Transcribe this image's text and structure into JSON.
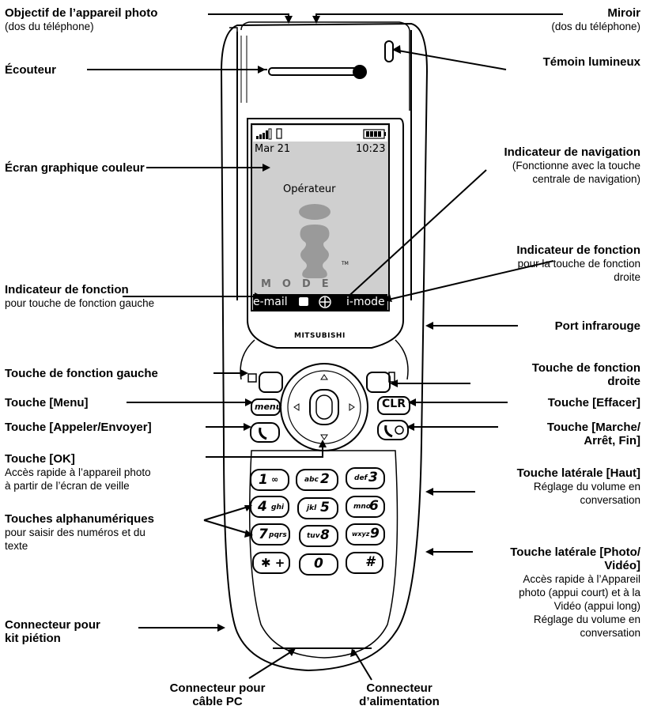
{
  "labels": {
    "camera_lens": {
      "title": "Objectif de l’appareil photo",
      "desc": "(dos du téléphone)"
    },
    "mirror": {
      "title": "Miroir",
      "desc": "(dos du téléphone)"
    },
    "earpiece": {
      "title": "Écouteur"
    },
    "indicator_light": {
      "title": "Témoin lumineux"
    },
    "color_screen": {
      "title": "Écran graphique couleur"
    },
    "nav_indicator": {
      "title": "Indicateur de navigation",
      "desc1": "(Fonctionne avec la touche",
      "desc2": "centrale de navigation)"
    },
    "function_indicator_right": {
      "title": "Indicateur de fonction",
      "desc1": "pour la touche de fonction",
      "desc2": "droite"
    },
    "function_indicator_left": {
      "title": "Indicateur de fonction",
      "desc": "pour touche de fonction gauche"
    },
    "infrared_port": {
      "title": "Port infrarouge"
    },
    "left_soft_key": {
      "title": "Touche de fonction gauche"
    },
    "right_soft_key": {
      "title1": "Touche de fonction",
      "title2": "droite"
    },
    "menu_key": {
      "title": "Touche [Menu]"
    },
    "clear_key": {
      "title": "Touche [Effacer]"
    },
    "call_key": {
      "title": "Touche [Appeler/Envoyer]"
    },
    "power_key": {
      "title1": "Touche [Marche/",
      "title2": "Arrêt, Fin]"
    },
    "ok_key": {
      "title": "Touche [OK]",
      "desc1": "Accès rapide à l’appareil photo",
      "desc2": "à partir de l’écran de veille"
    },
    "side_up_key": {
      "title": "Touche latérale [Haut]",
      "desc1": "Réglage du volume en",
      "desc2": "conversation"
    },
    "alpha_keys": {
      "title": "Touches alphanumériques",
      "desc1": "pour saisir des numéros et du",
      "desc2": "texte"
    },
    "side_photo_key": {
      "title1": "Touche latérale [Photo/",
      "title2": "Vidéo]",
      "desc1": "Accès rapide à l’Appareil",
      "desc2": "photo (appui court) et à la",
      "desc3": "Vidéo (appui long)",
      "desc4": "Réglage du volume en",
      "desc5": "conversation"
    },
    "headset_connector": {
      "title1": "Connecteur pour",
      "title2": "kit piétion"
    },
    "pc_connector": {
      "title1": "Connecteur pour",
      "title2": "câble PC"
    },
    "power_connector": {
      "title1": "Connecteur",
      "title2": "d’alimentation"
    }
  },
  "screen": {
    "date": "Mar 21",
    "time": "10:23",
    "operator": "Opérateur",
    "soft_left": "e-mail",
    "soft_right": "i-mode",
    "logo_text": "MODE",
    "tm": "TM"
  },
  "brand": "MITSUBISHI",
  "keys": {
    "menu": "menu",
    "clr": "CLR",
    "k1": "1",
    "k1s": "∞",
    "k2": "2",
    "k2s": "abc",
    "k3": "3",
    "k3s": "def",
    "k4": "4",
    "k4s": "ghi",
    "k5": "5",
    "k5s": "jkl",
    "k6": "6",
    "k6s": "mno",
    "k7": "7",
    "k7s": "pqrs",
    "k8": "8",
    "k8s": "tuv",
    "k9": "9",
    "k9s": "wxyz",
    "kstar": "✱ +",
    "k0": "0",
    "khash": "#"
  }
}
